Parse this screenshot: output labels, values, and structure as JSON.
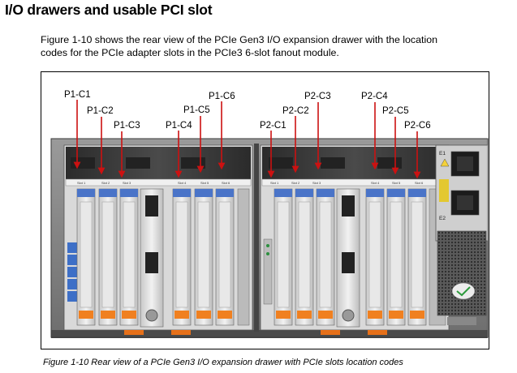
{
  "heading": "I/O drawers and usable PCI slot",
  "paragraph": {
    "line1": "Figure 1-10 shows the rear view of the PCIe Gen3 I/O expansion drawer with the location",
    "line2": "codes for the PCIe adapter slots in the PCIe3 6-slot fanout module."
  },
  "figure": {
    "slot_labels": [
      "P1-C1",
      "P1-C2",
      "P1-C3",
      "P1-C4",
      "P1-C5",
      "P1-C6",
      "P2-C1",
      "P2-C2",
      "P2-C3",
      "P2-C4",
      "P2-C5",
      "P2-C6"
    ],
    "power_labels": [
      "E1",
      "E2"
    ],
    "arrow_color": "#cc1111",
    "release_handle_color": "#f08020"
  },
  "caption": "Figure 1-10   Rear view of a PCIe Gen3 I/O expansion drawer with PCIe slots location codes"
}
